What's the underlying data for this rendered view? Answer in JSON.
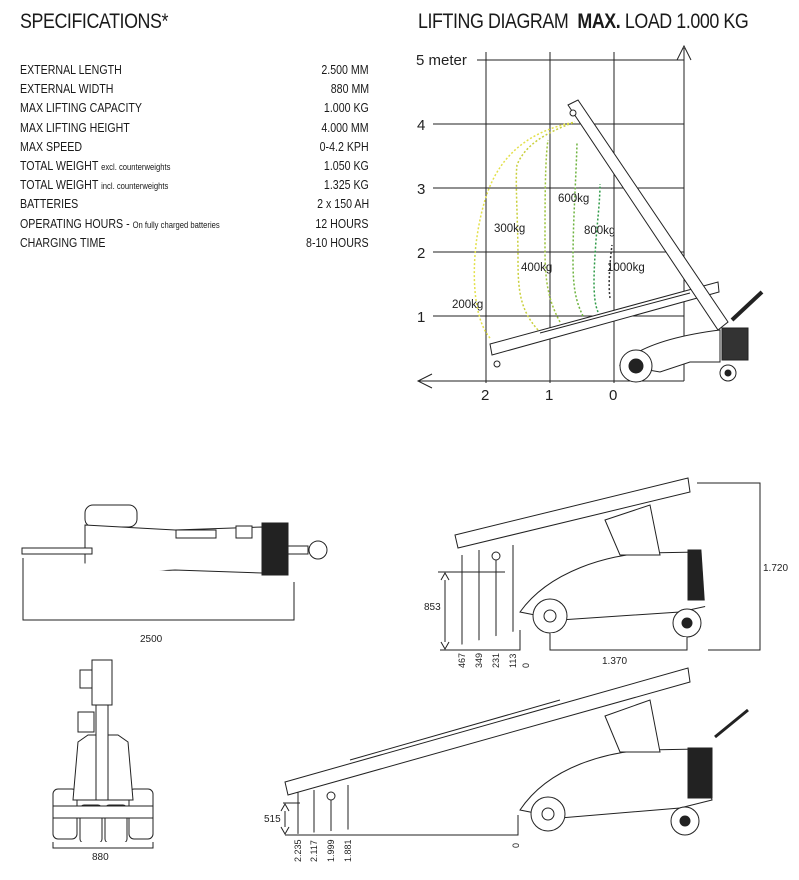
{
  "specifications": {
    "title": "SPECIFICATIONS*",
    "rows": [
      {
        "label": "EXTERNAL LENGTH",
        "note": "",
        "value": "2.500 MM"
      },
      {
        "label": "EXTERNAL WIDTH",
        "note": "",
        "value": "880 MM"
      },
      {
        "label": "MAX LIFTING CAPACITY",
        "note": "",
        "value": "1.000 KG"
      },
      {
        "label": "MAX LIFTING HEIGHT",
        "note": "",
        "value": "4.000 MM"
      },
      {
        "label": "MAX SPEED",
        "note": "",
        "value": "0-4.2 KPH"
      },
      {
        "label": "TOTAL WEIGHT",
        "note": "excl. counterweights",
        "value": "1.050 KG"
      },
      {
        "label": "TOTAL WEIGHT",
        "note": "incl. counterweights",
        "value": "1.325 KG"
      },
      {
        "label": "BATTERIES",
        "note": "",
        "value": "2 x 150 AH"
      },
      {
        "label": "OPERATING HOURS -",
        "note": "On fully charged batteries",
        "value": "12 HOURS"
      },
      {
        "label": "CHARGING TIME",
        "note": "",
        "value": "8-10 HOURS"
      }
    ]
  },
  "lifting_diagram": {
    "title_prefix": "LIFTING DIAGRAM",
    "title_bold": "MAX.",
    "title_suffix": "LOAD 1.000 KG",
    "y_labels": [
      "5 meter",
      "4",
      "3",
      "2",
      "1"
    ],
    "x_labels": [
      "2",
      "1",
      "0"
    ],
    "loads": [
      {
        "label": "200kg",
        "color": "#e3e04a"
      },
      {
        "label": "300kg",
        "color": "#c9cf3c"
      },
      {
        "label": "400kg",
        "color": "#9cc43c"
      },
      {
        "label": "600kg",
        "color": "#6db33f"
      },
      {
        "label": "800kg",
        "color": "#2e9a47"
      },
      {
        "label": "1000kg",
        "color": "#333333"
      }
    ]
  },
  "dimensions": {
    "top_length": "2500",
    "front_width": "880",
    "side1_height_total": "1.720",
    "side1_wheelbase": "1.370",
    "side1_hook_height": "853",
    "side1_reach": [
      "467",
      "349",
      "231",
      "113",
      "0"
    ],
    "side2_hook_height": "515",
    "side2_reach": [
      "2.235",
      "2.117",
      "1.999",
      "1.881"
    ],
    "side2_zero": "0"
  }
}
